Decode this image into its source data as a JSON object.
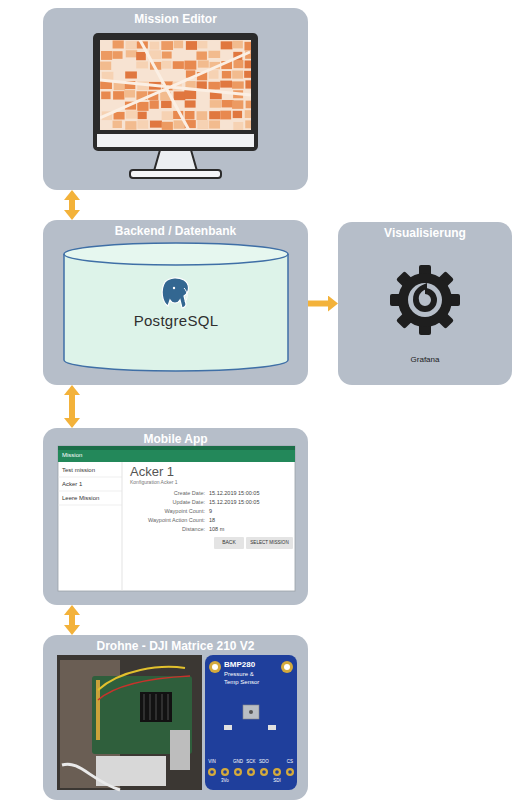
{
  "diagram": {
    "nodes": [
      {
        "text": [
          "Mission Editor"
        ]
      },
      {
        "text": [
          "Backend / Datenbank"
        ]
      },
      {
        "text": [
          "PostgreSQL"
        ],
        "in": 1
      },
      {
        "text": [
          "Visualisierung"
        ]
      },
      {
        "text": [
          "Mobile App"
        ]
      },
      {
        "text": [
          "Drohne - DJI Matrice 210 V2"
        ]
      }
    ],
    "edges": [
      {
        "from": 0,
        "to": 1,
        "arrow": "both"
      },
      {
        "from": 1,
        "to": 3,
        "arrow": "to"
      },
      {
        "from": 1,
        "to": 4,
        "arrow": "both"
      },
      {
        "from": 4,
        "to": 5,
        "arrow": "both"
      }
    ],
    "labels": [
      "Grafana",
      "Mission",
      "Test mission",
      "Acker 1",
      "Leere Mission",
      "Acker 1",
      "Konfiguration Acker 1",
      "Create Date:",
      "15.12.2019 15:00:05",
      "Update Date:",
      "15.12.2019 15:00:05",
      "Waypoint Count:",
      "9",
      "Waypoint Action Count:",
      "18",
      "Distance:",
      "108 m",
      "BACK",
      "SELECT MISSION",
      "BMP280",
      "Pressure &",
      "Temp Sensor",
      "VIN",
      "GND",
      "SCK",
      "SDO",
      "CS",
      "3Vo",
      "SDI"
    ]
  }
}
